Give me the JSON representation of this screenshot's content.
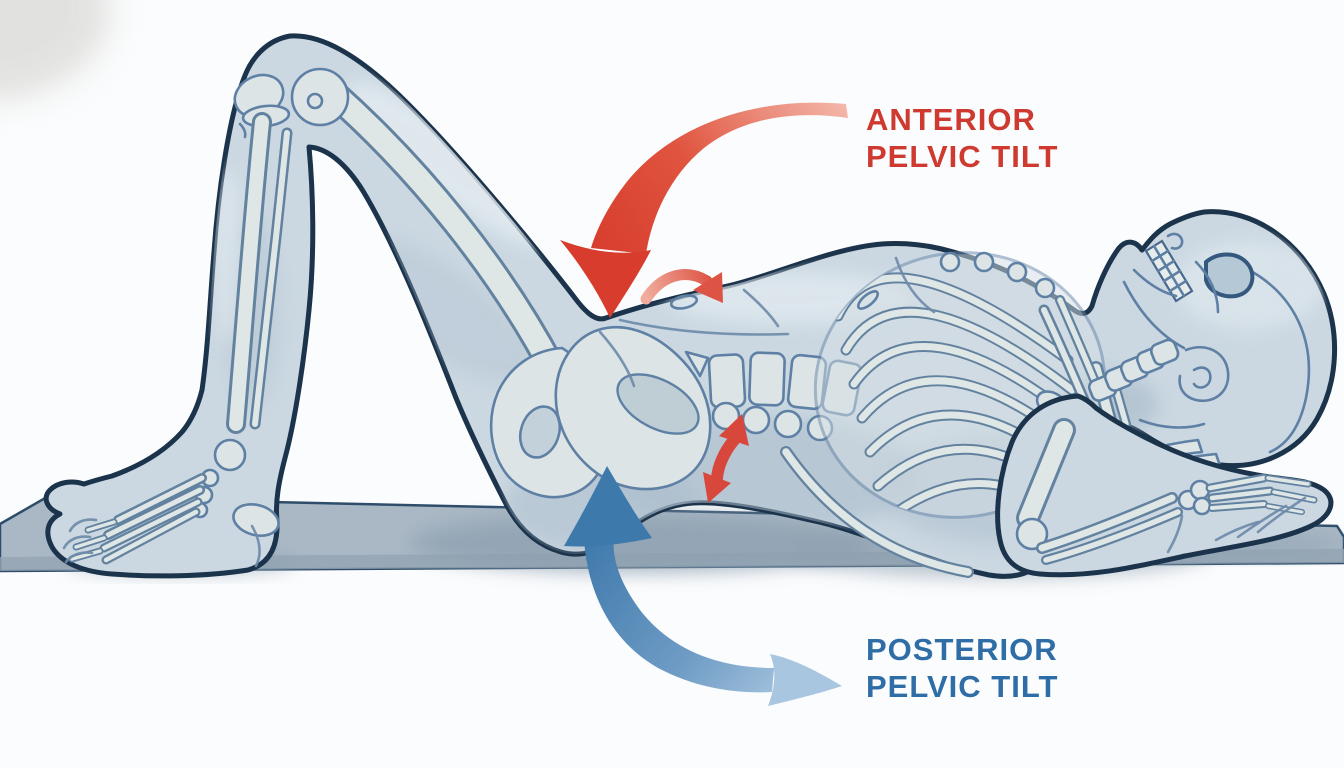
{
  "labels": {
    "anterior": {
      "line1": "ANTERIOR",
      "line2": "PELVIC TILT",
      "color": "#cf3a30"
    },
    "posterior": {
      "line1": "POSTERIOR",
      "line2": "PELVIC TILT",
      "color": "#2f6da6"
    }
  },
  "figure": {
    "subject": "Side view of a person lying on their back on an exercise mat with knees bent and arms at the side; the skeleton (skull, spine, rib cage, pelvis, limbs) is visible through the translucent body",
    "icons": [
      {
        "name": "anterior-tilt-arrow-icon",
        "shape": "large curved arrow sweeping down onto the front of the pelvis",
        "color": "#d73c2c"
      },
      {
        "name": "abdomen-roll-arrow-icon",
        "shape": "small curved arrow over the lower abdomen pointing down-right",
        "color": "#dd5445"
      },
      {
        "name": "lumbar-motion-arrow-icon",
        "shape": "small double-headed arc between the lumbar spine and the mat",
        "color": "#d8473b"
      },
      {
        "name": "posterior-tilt-arrow-icon",
        "shape": "large curved arrow rising into the underside of the pelvis then sweeping toward the label",
        "color": "#3e79ab"
      }
    ]
  },
  "colors": {
    "background": "#fbfcfd",
    "body_fill": "#cbd8e2",
    "body_outline": "#1b334b",
    "bone_fill": "#dde4e5",
    "bone_stroke": "#5e80a4",
    "mat": "#aab8c5",
    "mat_shadow": "#8da0b0",
    "arrow_red": "#d73c2c",
    "arrow_red_light": "#f4baac",
    "arrow_blue": "#3e79ab",
    "arrow_blue_light": "#a9c6e0"
  }
}
